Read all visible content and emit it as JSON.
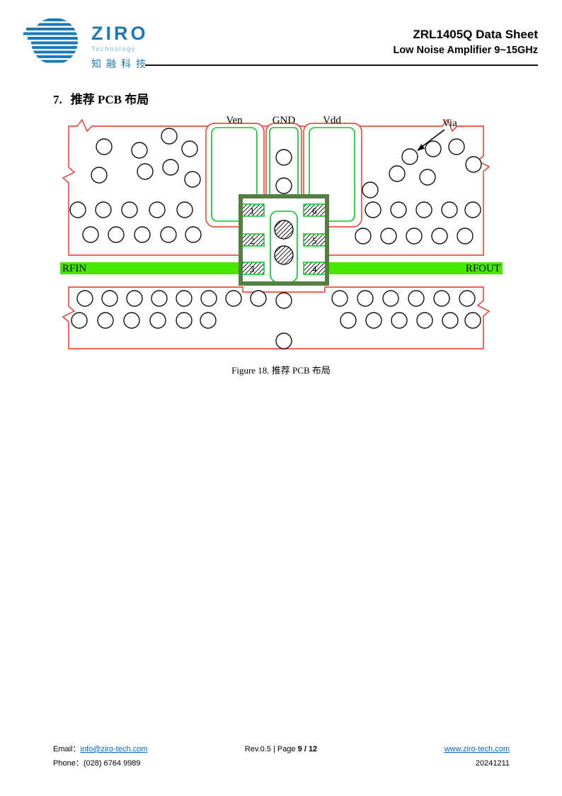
{
  "colors": {
    "brand_blue": "#1b79b8",
    "brand_light": "#7cb5da",
    "pcb_red": "#f03024",
    "pad_green": "#00cc22",
    "trace_green": "#46e800",
    "chip_green": "#53803f",
    "link_blue": "#0563c1"
  },
  "header": {
    "logo": {
      "name": "ZIRO",
      "subtitle": "Technology",
      "cn": "知融科技"
    },
    "title": "ZRL1405Q Data Sheet",
    "subtitle": "Low Noise Amplifier 9~15GHz"
  },
  "section": {
    "number": "7.",
    "heading": "推荐 PCB 布局"
  },
  "figure": {
    "labels": {
      "ven": "Ven",
      "gnd": "GND",
      "vdd": "Vdd",
      "via": "Via",
      "rfin": "RFIN",
      "rfout": "RFOUT"
    },
    "pins": [
      "1",
      "2",
      "3",
      "4",
      "5",
      "6"
    ],
    "caption": "Figure 18. 推荐 PCB 布局"
  },
  "footer": {
    "email_label": "Email：",
    "email": "info@ziro-tech.com",
    "phone_label": "Phone：",
    "phone": "(028) 6764 9989",
    "rev": "Rev.0.5",
    "sep": "|",
    "page_label": "Page",
    "page": "9 / 12",
    "website": "www.ziro-tech.com",
    "date": "20241211"
  }
}
